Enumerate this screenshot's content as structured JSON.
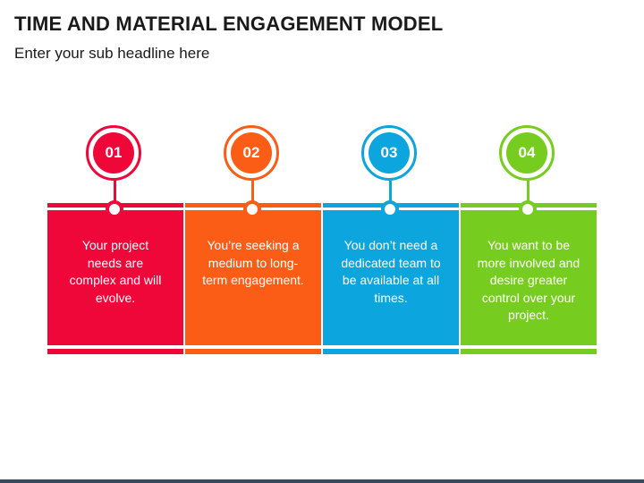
{
  "title": "TIME AND MATERIAL ENGAGEMENT MODEL",
  "subtitle": "Enter your sub headline here",
  "steps": [
    {
      "number": "01",
      "text": "Your project needs are complex and will evolve.",
      "color": "#f0073a"
    },
    {
      "number": "02",
      "text": "You’re seeking a medium to long-term engagement.",
      "color": "#fb5d16"
    },
    {
      "number": "03",
      "text": "You don’t need a dedicated team to be available at all times.",
      "color": "#0da5de"
    },
    {
      "number": "04",
      "text": "You want to be more involved and desire greater control over your project.",
      "color": "#77cd1f"
    }
  ]
}
